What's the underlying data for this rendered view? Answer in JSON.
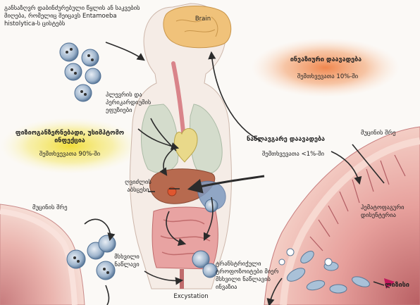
{
  "intro_text": "განსაზღვრ დაბინძურებული წყლის ან საკვების მიღება, რომელიც შეიცავს Entamoeba histolytica-ს ცისტებს",
  "labels": {
    "brain": "Brain",
    "invasive_title": "ინვაზიური დაავადება",
    "invasive_freq": "შემთხვევათა 10%-ში",
    "asymptomatic_title": "ფიზიოგანზერნებადი, უსიმპტომო ინფექცია",
    "asymptomatic_freq": "შემთხვევათა 90%-ში",
    "extraintestinal_title": "ნაწლავგარე დაავადება",
    "extraintestinal_freq": "შემთხვევათა <1%-ში",
    "pleural": "პლევრის და პერიკარდიუმის ეფუზიები",
    "liver_abscess": "ღვიძლის აბსცესი",
    "mucin_layer_left": "მუცინის შრე",
    "mucin_layer_right": "მუცინის შრე",
    "flask_ulcer": "ჰემატოფაგური დისენტერია",
    "large_intestine": "მსხვილი ნაწლავი",
    "excystation": "Excystation",
    "trophozoites": "ტრანსტრიქული ტროფოზოიტები მიერ მსხვილი ნაწლავის ინვაზია",
    "lysis": "ლიზისი"
  },
  "colors": {
    "invasive_glow": "#f08a4b",
    "asymptomatic_glow": "#f2e14a",
    "intestine": "#e8a3a2",
    "cyst": "#8ea8c4",
    "arrow": "#2b2b2b"
  }
}
